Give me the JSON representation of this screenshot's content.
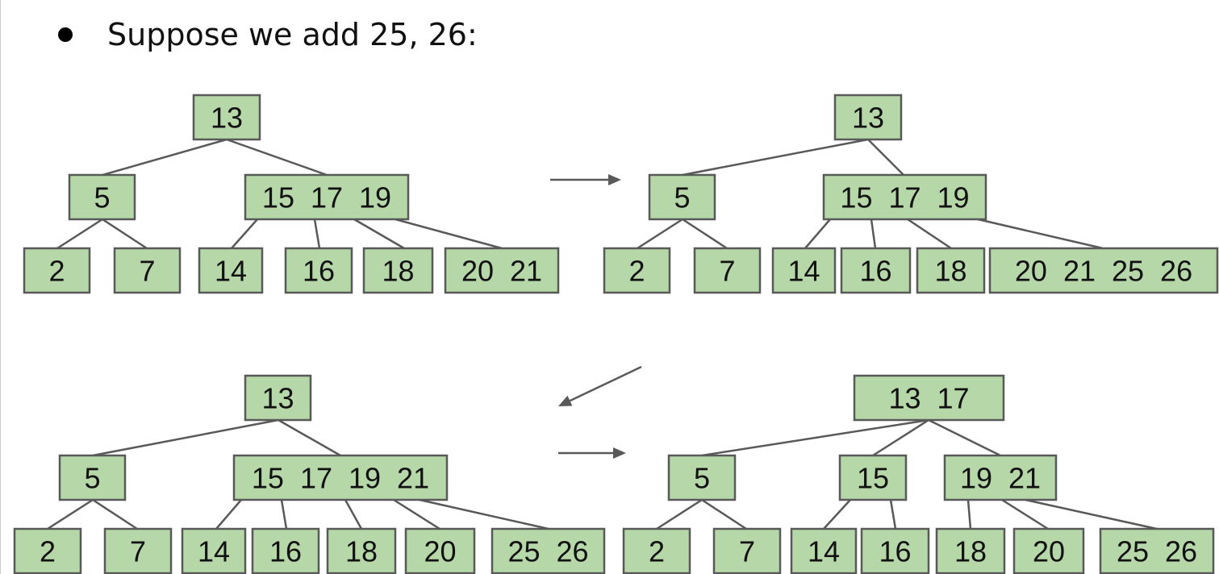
{
  "heading": "Suppose we add 25, 26:",
  "trees": [
    {
      "nodes": [
        {
          "id": "a-root",
          "label": "13"
        },
        {
          "id": "a-5",
          "label": "5"
        },
        {
          "id": "a-151719",
          "label": "15  17  19"
        },
        {
          "id": "a-2",
          "label": "2"
        },
        {
          "id": "a-7",
          "label": "7"
        },
        {
          "id": "a-14",
          "label": "14"
        },
        {
          "id": "a-16",
          "label": "16"
        },
        {
          "id": "a-18",
          "label": "18"
        },
        {
          "id": "a-2021",
          "label": "20  21"
        }
      ]
    },
    {
      "nodes": [
        {
          "id": "b-root",
          "label": "13"
        },
        {
          "id": "b-5",
          "label": "5"
        },
        {
          "id": "b-151719",
          "label": "15  17  19"
        },
        {
          "id": "b-2",
          "label": "2"
        },
        {
          "id": "b-7",
          "label": "7"
        },
        {
          "id": "b-14",
          "label": "14"
        },
        {
          "id": "b-16",
          "label": "16"
        },
        {
          "id": "b-18",
          "label": "18"
        },
        {
          "id": "b-20212526",
          "label": "20  21  25  26"
        }
      ]
    },
    {
      "nodes": [
        {
          "id": "c-root",
          "label": "13"
        },
        {
          "id": "c-5",
          "label": "5"
        },
        {
          "id": "c-15171921",
          "label": "15  17  19  21"
        },
        {
          "id": "c-2",
          "label": "2"
        },
        {
          "id": "c-7",
          "label": "7"
        },
        {
          "id": "c-14",
          "label": "14"
        },
        {
          "id": "c-16",
          "label": "16"
        },
        {
          "id": "c-18",
          "label": "18"
        },
        {
          "id": "c-20",
          "label": "20"
        },
        {
          "id": "c-2526",
          "label": "25  26"
        }
      ]
    },
    {
      "nodes": [
        {
          "id": "d-root",
          "label": "13  17"
        },
        {
          "id": "d-5",
          "label": "5"
        },
        {
          "id": "d-15",
          "label": "15"
        },
        {
          "id": "d-1921",
          "label": "19  21"
        },
        {
          "id": "d-2",
          "label": "2"
        },
        {
          "id": "d-7",
          "label": "7"
        },
        {
          "id": "d-14",
          "label": "14"
        },
        {
          "id": "d-16",
          "label": "16"
        },
        {
          "id": "d-18",
          "label": "18"
        },
        {
          "id": "d-20",
          "label": "20"
        },
        {
          "id": "d-2526",
          "label": "25  26"
        }
      ]
    }
  ],
  "colors": {
    "node_fill": "#b6d7a8",
    "node_stroke": "#595959",
    "edge": "#595959"
  }
}
